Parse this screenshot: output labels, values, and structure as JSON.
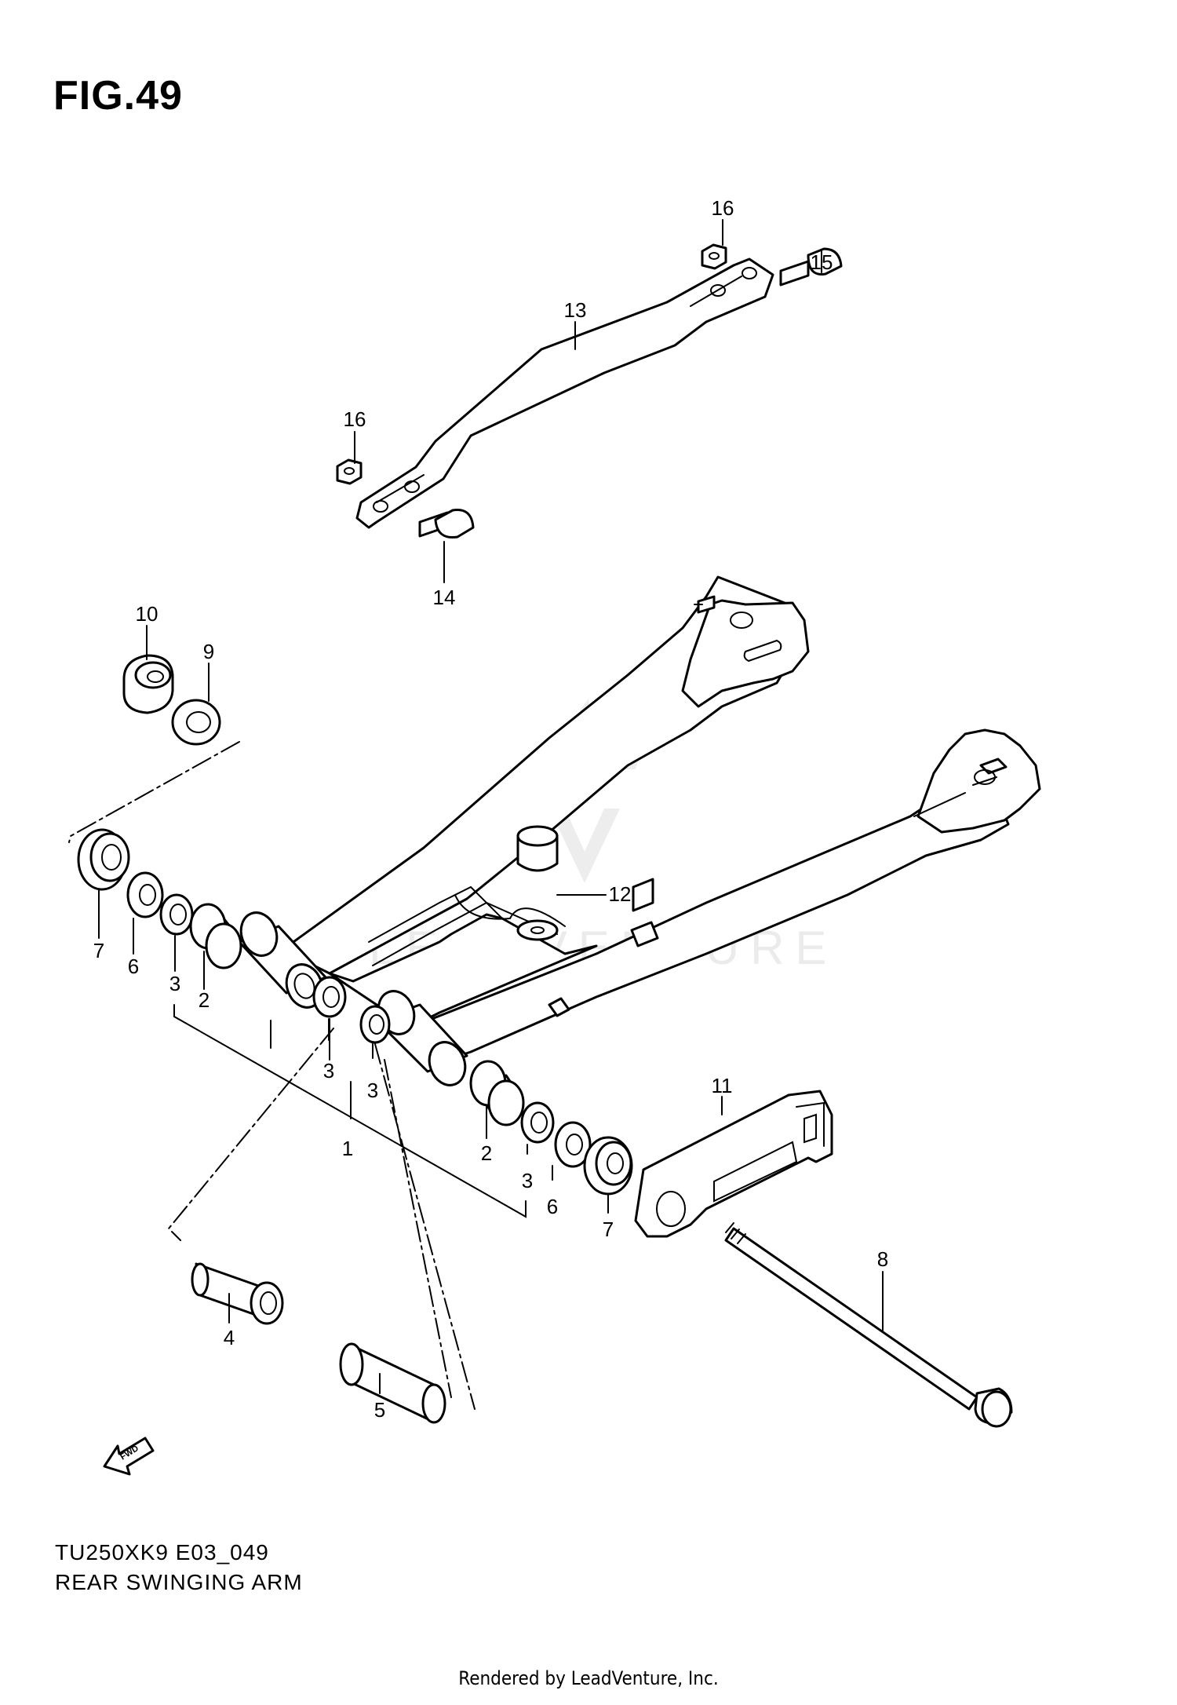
{
  "figure": {
    "title": "FIG.49",
    "code": "TU250XK9 E03_049",
    "name": "REAR SWINGING ARM",
    "credit": "Rendered by LeadVenture, Inc.",
    "watermark": "LEADVENTURE",
    "fwd_arrow_label": "FWD"
  },
  "callouts": [
    {
      "id": "c16a",
      "label": "16"
    },
    {
      "id": "c15",
      "label": "15"
    },
    {
      "id": "c13",
      "label": "13"
    },
    {
      "id": "c16b",
      "label": "16"
    },
    {
      "id": "c14",
      "label": "14"
    },
    {
      "id": "c10",
      "label": "10"
    },
    {
      "id": "c9",
      "label": "9"
    },
    {
      "id": "c12",
      "label": "12"
    },
    {
      "id": "c7a",
      "label": "7"
    },
    {
      "id": "c6a",
      "label": "6"
    },
    {
      "id": "c3a",
      "label": "3"
    },
    {
      "id": "c2a",
      "label": "2"
    },
    {
      "id": "c3b",
      "label": "3"
    },
    {
      "id": "c3c",
      "label": "3"
    },
    {
      "id": "c1",
      "label": "1"
    },
    {
      "id": "c11",
      "label": "11"
    },
    {
      "id": "c2b",
      "label": "2"
    },
    {
      "id": "c3d",
      "label": "3"
    },
    {
      "id": "c6b",
      "label": "6"
    },
    {
      "id": "c7b",
      "label": "7"
    },
    {
      "id": "c8",
      "label": "8"
    },
    {
      "id": "c4",
      "label": "4"
    },
    {
      "id": "c5",
      "label": "5"
    }
  ]
}
